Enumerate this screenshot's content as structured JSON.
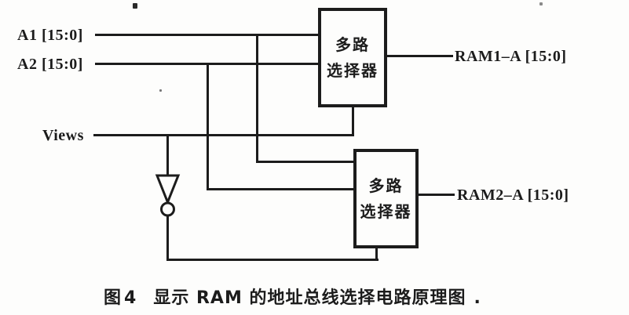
{
  "figure": {
    "caption_number": "图4",
    "caption_title": "显示 RAM 的地址总线选择电路原理图",
    "trailing_mark": "."
  },
  "signals": {
    "a1": "A1 [15:0]",
    "a2": "A2 [15:0]",
    "views": "Views"
  },
  "outputs": {
    "ram1": "RAM1–A [15:0]",
    "ram2": "RAM2–A [15:0]"
  },
  "muxes": {
    "mux1": {
      "line1": "多路",
      "line2": "选择器"
    },
    "mux2": {
      "line1": "多路",
      "line2": "选择器"
    }
  },
  "icons": {
    "inverter": "not-gate-icon"
  },
  "colors": {
    "ink": "#1c1c1c",
    "paper": "#fdfdfc"
  }
}
